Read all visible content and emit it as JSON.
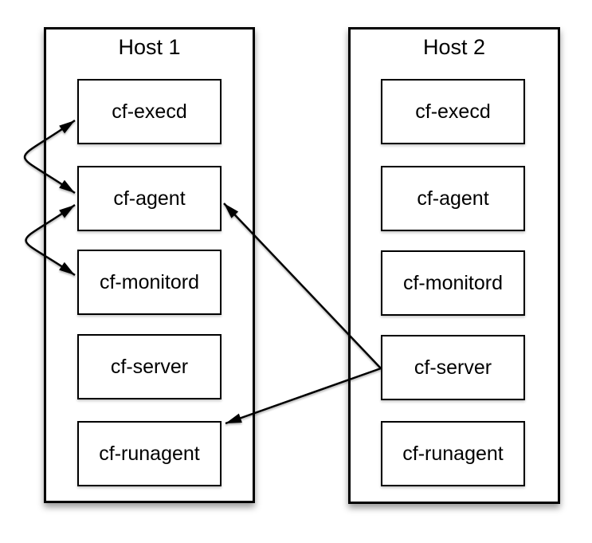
{
  "diagram": {
    "background_color": "#ffffff",
    "line_color": "#000000",
    "hosts": [
      {
        "title": "Host 1",
        "processes": [
          "cf-execd",
          "cf-agent",
          "cf-monitord",
          "cf-server",
          "cf-runagent"
        ]
      },
      {
        "title": "Host 2",
        "processes": [
          "cf-execd",
          "cf-agent",
          "cf-monitord",
          "cf-server",
          "cf-runagent"
        ]
      }
    ],
    "connections": [
      {
        "type": "curved-arrow",
        "between": [
          "host1.cf-execd",
          "host1.cf-agent"
        ],
        "bidirectional": true
      },
      {
        "type": "curved-arrow",
        "between": [
          "host1.cf-agent",
          "host1.cf-monitord"
        ],
        "bidirectional": true
      },
      {
        "type": "straight-arrow",
        "from": "host2.cf-server",
        "to": "host1.cf-agent",
        "bidirectional": false
      },
      {
        "type": "straight-arrow",
        "from": "host2.cf-server",
        "to": "host1.cf-runagent",
        "bidirectional": false
      }
    ]
  }
}
